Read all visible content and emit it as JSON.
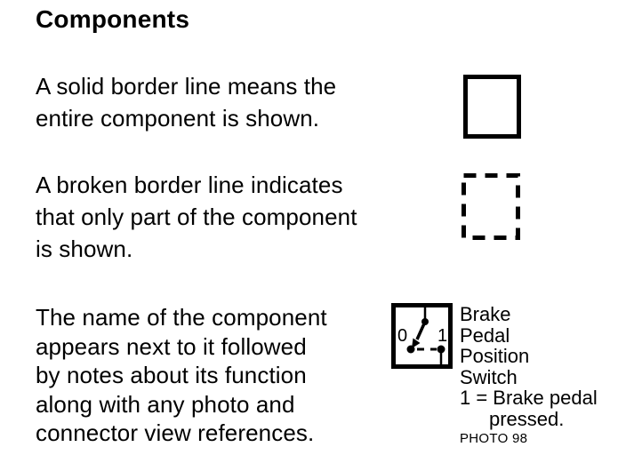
{
  "page": {
    "title": "Components"
  },
  "colors": {
    "ink": "#000000",
    "paper": "#ffffff"
  },
  "icons": {
    "solid_box": "solid-border-box",
    "dashed_box": "dashed-border-box",
    "switch": "switch-symbol"
  },
  "sections": {
    "solid": {
      "text": "A solid border line means the\nentire component is shown."
    },
    "broken": {
      "text": "A broken border line indicates\nthat only part of the component\nis shown."
    },
    "naming": {
      "text": "The name of the component\nappears next to it followed\nby notes about its function\nalong with any photo and\nconnector view references."
    }
  },
  "example": {
    "switch_labels": {
      "off": "0",
      "on": "1"
    },
    "component_name": "Brake\nPedal\nPosition\nSwitch",
    "note_line1": "1 = Brake pedal",
    "note_line2": "pressed.",
    "photo_ref": "PHOTO 98"
  }
}
